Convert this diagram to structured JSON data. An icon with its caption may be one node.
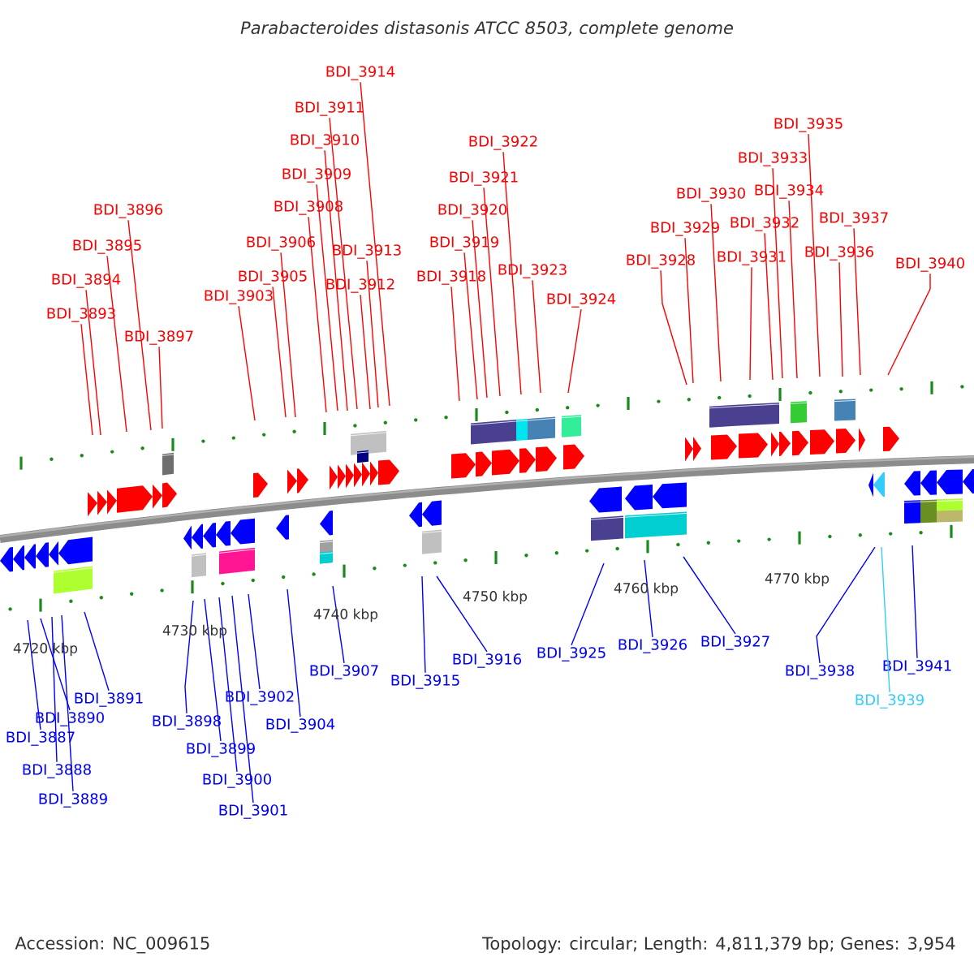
{
  "diagram": {
    "title": "Parabacteroides distasonis ATCC 8503, complete genome",
    "nodes": [
      {
        "text": [
          "BDI_3887"
        ]
      },
      {
        "text": [
          "BDI_3888"
        ]
      },
      {
        "text": [
          "BDI_3889"
        ]
      },
      {
        "text": [
          "BDI_3890"
        ]
      },
      {
        "text": [
          "BDI_3891"
        ]
      },
      {
        "text": [
          "BDI_3893"
        ]
      },
      {
        "text": [
          "BDI_3894"
        ]
      },
      {
        "text": [
          "BDI_3895"
        ]
      },
      {
        "text": [
          "BDI_3896"
        ]
      },
      {
        "text": [
          "BDI_3897"
        ]
      },
      {
        "text": [
          "BDI_3898"
        ]
      },
      {
        "text": [
          "BDI_3899"
        ]
      },
      {
        "text": [
          "BDI_3900"
        ]
      },
      {
        "text": [
          "BDI_3901"
        ]
      },
      {
        "text": [
          "BDI_3902"
        ]
      },
      {
        "text": [
          "BDI_3903"
        ]
      },
      {
        "text": [
          "BDI_3904"
        ]
      },
      {
        "text": [
          "BDI_3905"
        ]
      },
      {
        "text": [
          "BDI_3906"
        ]
      },
      {
        "text": [
          "BDI_3907"
        ]
      },
      {
        "text": [
          "BDI_3908"
        ]
      },
      {
        "text": [
          "BDI_3909"
        ]
      },
      {
        "text": [
          "BDI_3910"
        ]
      },
      {
        "text": [
          "BDI_3911"
        ]
      },
      {
        "text": [
          "BDI_3912"
        ]
      },
      {
        "text": [
          "BDI_3913"
        ]
      },
      {
        "text": [
          "BDI_3914"
        ]
      },
      {
        "text": [
          "BDI_3915"
        ]
      },
      {
        "text": [
          "BDI_3916"
        ]
      },
      {
        "text": [
          "BDI_3918"
        ]
      },
      {
        "text": [
          "BDI_3919"
        ]
      },
      {
        "text": [
          "BDI_3920"
        ]
      },
      {
        "text": [
          "BDI_3921"
        ]
      },
      {
        "text": [
          "BDI_3922"
        ]
      },
      {
        "text": [
          "BDI_3923"
        ]
      },
      {
        "text": [
          "BDI_3924"
        ]
      },
      {
        "text": [
          "BDI_3925"
        ]
      },
      {
        "text": [
          "BDI_3926"
        ]
      },
      {
        "text": [
          "BDI_3927"
        ]
      },
      {
        "text": [
          "BDI_3928"
        ]
      },
      {
        "text": [
          "BDI_3929"
        ]
      },
      {
        "text": [
          "BDI_3930"
        ]
      },
      {
        "text": [
          "BDI_3931"
        ]
      },
      {
        "text": [
          "BDI_3932"
        ]
      },
      {
        "text": [
          "BDI_3933"
        ]
      },
      {
        "text": [
          "BDI_3934"
        ]
      },
      {
        "text": [
          "BDI_3935"
        ]
      },
      {
        "text": [
          "BDI_3936"
        ]
      },
      {
        "text": [
          "BDI_3937"
        ]
      },
      {
        "text": [
          "BDI_3938"
        ]
      },
      {
        "text": [
          "BDI_3939"
        ]
      },
      {
        "text": [
          "BDI_3940"
        ]
      },
      {
        "text": [
          "BDI_3941"
        ]
      }
    ],
    "edges": [
      {
        "from": 0,
        "to": null,
        "arrow": "none",
        "color": "#0000ff"
      },
      {
        "from": 1,
        "to": null,
        "arrow": "none",
        "color": "#0000ff"
      },
      {
        "from": 2,
        "to": null,
        "arrow": "none",
        "color": "#0000ff"
      },
      {
        "from": 3,
        "to": null,
        "arrow": "none",
        "color": "#0000ff"
      },
      {
        "from": 4,
        "to": null,
        "arrow": "none",
        "color": "#0000ff"
      },
      {
        "from": 5,
        "to": null,
        "arrow": "none"
      },
      {
        "from": 6,
        "to": null,
        "arrow": "none"
      },
      {
        "from": 7,
        "to": null,
        "arrow": "none"
      },
      {
        "from": 8,
        "to": null,
        "arrow": "none"
      },
      {
        "from": 9,
        "to": null,
        "arrow": "none"
      },
      {
        "from": 10,
        "to": null,
        "arrow": "none",
        "color": "#0000ff"
      },
      {
        "from": 11,
        "to": null,
        "arrow": "none",
        "color": "#0000ff"
      },
      {
        "from": 12,
        "to": null,
        "arrow": "none",
        "color": "#0000ff"
      },
      {
        "from": 13,
        "to": null,
        "arrow": "none",
        "color": "#0000ff"
      },
      {
        "from": 14,
        "to": null,
        "arrow": "none",
        "color": "#0000ff"
      },
      {
        "from": 15,
        "to": null,
        "arrow": "none"
      },
      {
        "from": 16,
        "to": null,
        "arrow": "none",
        "color": "#0000ff"
      },
      {
        "from": 17,
        "to": null,
        "arrow": "none"
      },
      {
        "from": 18,
        "to": null,
        "arrow": "none"
      },
      {
        "from": 19,
        "to": null,
        "arrow": "none",
        "color": "#0000ff"
      },
      {
        "from": 20,
        "to": null,
        "arrow": "none"
      },
      {
        "from": 21,
        "to": null,
        "arrow": "none"
      },
      {
        "from": 22,
        "to": null,
        "arrow": "none"
      },
      {
        "from": 23,
        "to": null,
        "arrow": "none"
      },
      {
        "from": 24,
        "to": null,
        "arrow": "none"
      },
      {
        "from": 25,
        "to": null,
        "arrow": "none"
      },
      {
        "from": 26,
        "to": null,
        "arrow": "none"
      },
      {
        "from": 27,
        "to": null,
        "arrow": "none",
        "color": "#0000ff"
      },
      {
        "from": 28,
        "to": null,
        "arrow": "none",
        "color": "#0000ff"
      },
      {
        "from": 29,
        "to": null,
        "arrow": "none"
      },
      {
        "from": 30,
        "to": null,
        "arrow": "none"
      },
      {
        "from": 31,
        "to": null,
        "arrow": "none"
      },
      {
        "from": 32,
        "to": null,
        "arrow": "none"
      },
      {
        "from": 33,
        "to": null,
        "arrow": "none"
      },
      {
        "from": 34,
        "to": null,
        "arrow": "none"
      },
      {
        "from": 35,
        "to": null,
        "arrow": "none"
      },
      {
        "from": 36,
        "to": null,
        "arrow": "none",
        "color": "#0000ff"
      },
      {
        "from": 37,
        "to": null,
        "arrow": "none",
        "color": "#0000ff"
      },
      {
        "from": 38,
        "to": null,
        "arrow": "none",
        "color": "#0000ff"
      },
      {
        "from": 39,
        "to": null,
        "arrow": "none"
      },
      {
        "from": 40,
        "to": null,
        "arrow": "none"
      },
      {
        "from": 41,
        "to": null,
        "arrow": "none"
      },
      {
        "from": 42,
        "to": null,
        "arrow": "none"
      },
      {
        "from": 43,
        "to": null,
        "arrow": "none"
      },
      {
        "from": 44,
        "to": null,
        "arrow": "none"
      },
      {
        "from": 45,
        "to": null,
        "arrow": "none"
      },
      {
        "from": 46,
        "to": null,
        "arrow": "none"
      },
      {
        "from": 47,
        "to": null,
        "arrow": "none"
      },
      {
        "from": 48,
        "to": null,
        "arrow": "none"
      },
      {
        "from": 49,
        "to": null,
        "arrow": "none",
        "color": "#0000ff"
      },
      {
        "from": 50,
        "to": null,
        "arrow": "none",
        "color": "#33ccff"
      },
      {
        "from": 51,
        "to": null,
        "arrow": "none"
      },
      {
        "from": 52,
        "to": null,
        "arrow": "none",
        "color": "#0000ff"
      }
    ],
    "labels": [
      "4720 kbp",
      "4730 kbp",
      "4740 kbp",
      "4750 kbp",
      "4760 kbp",
      "4770 kbp",
      "Accession: NC_009615",
      "Topology: circular; Length: 4,811,379 bp; Genes: 3,954"
    ]
  }
}
